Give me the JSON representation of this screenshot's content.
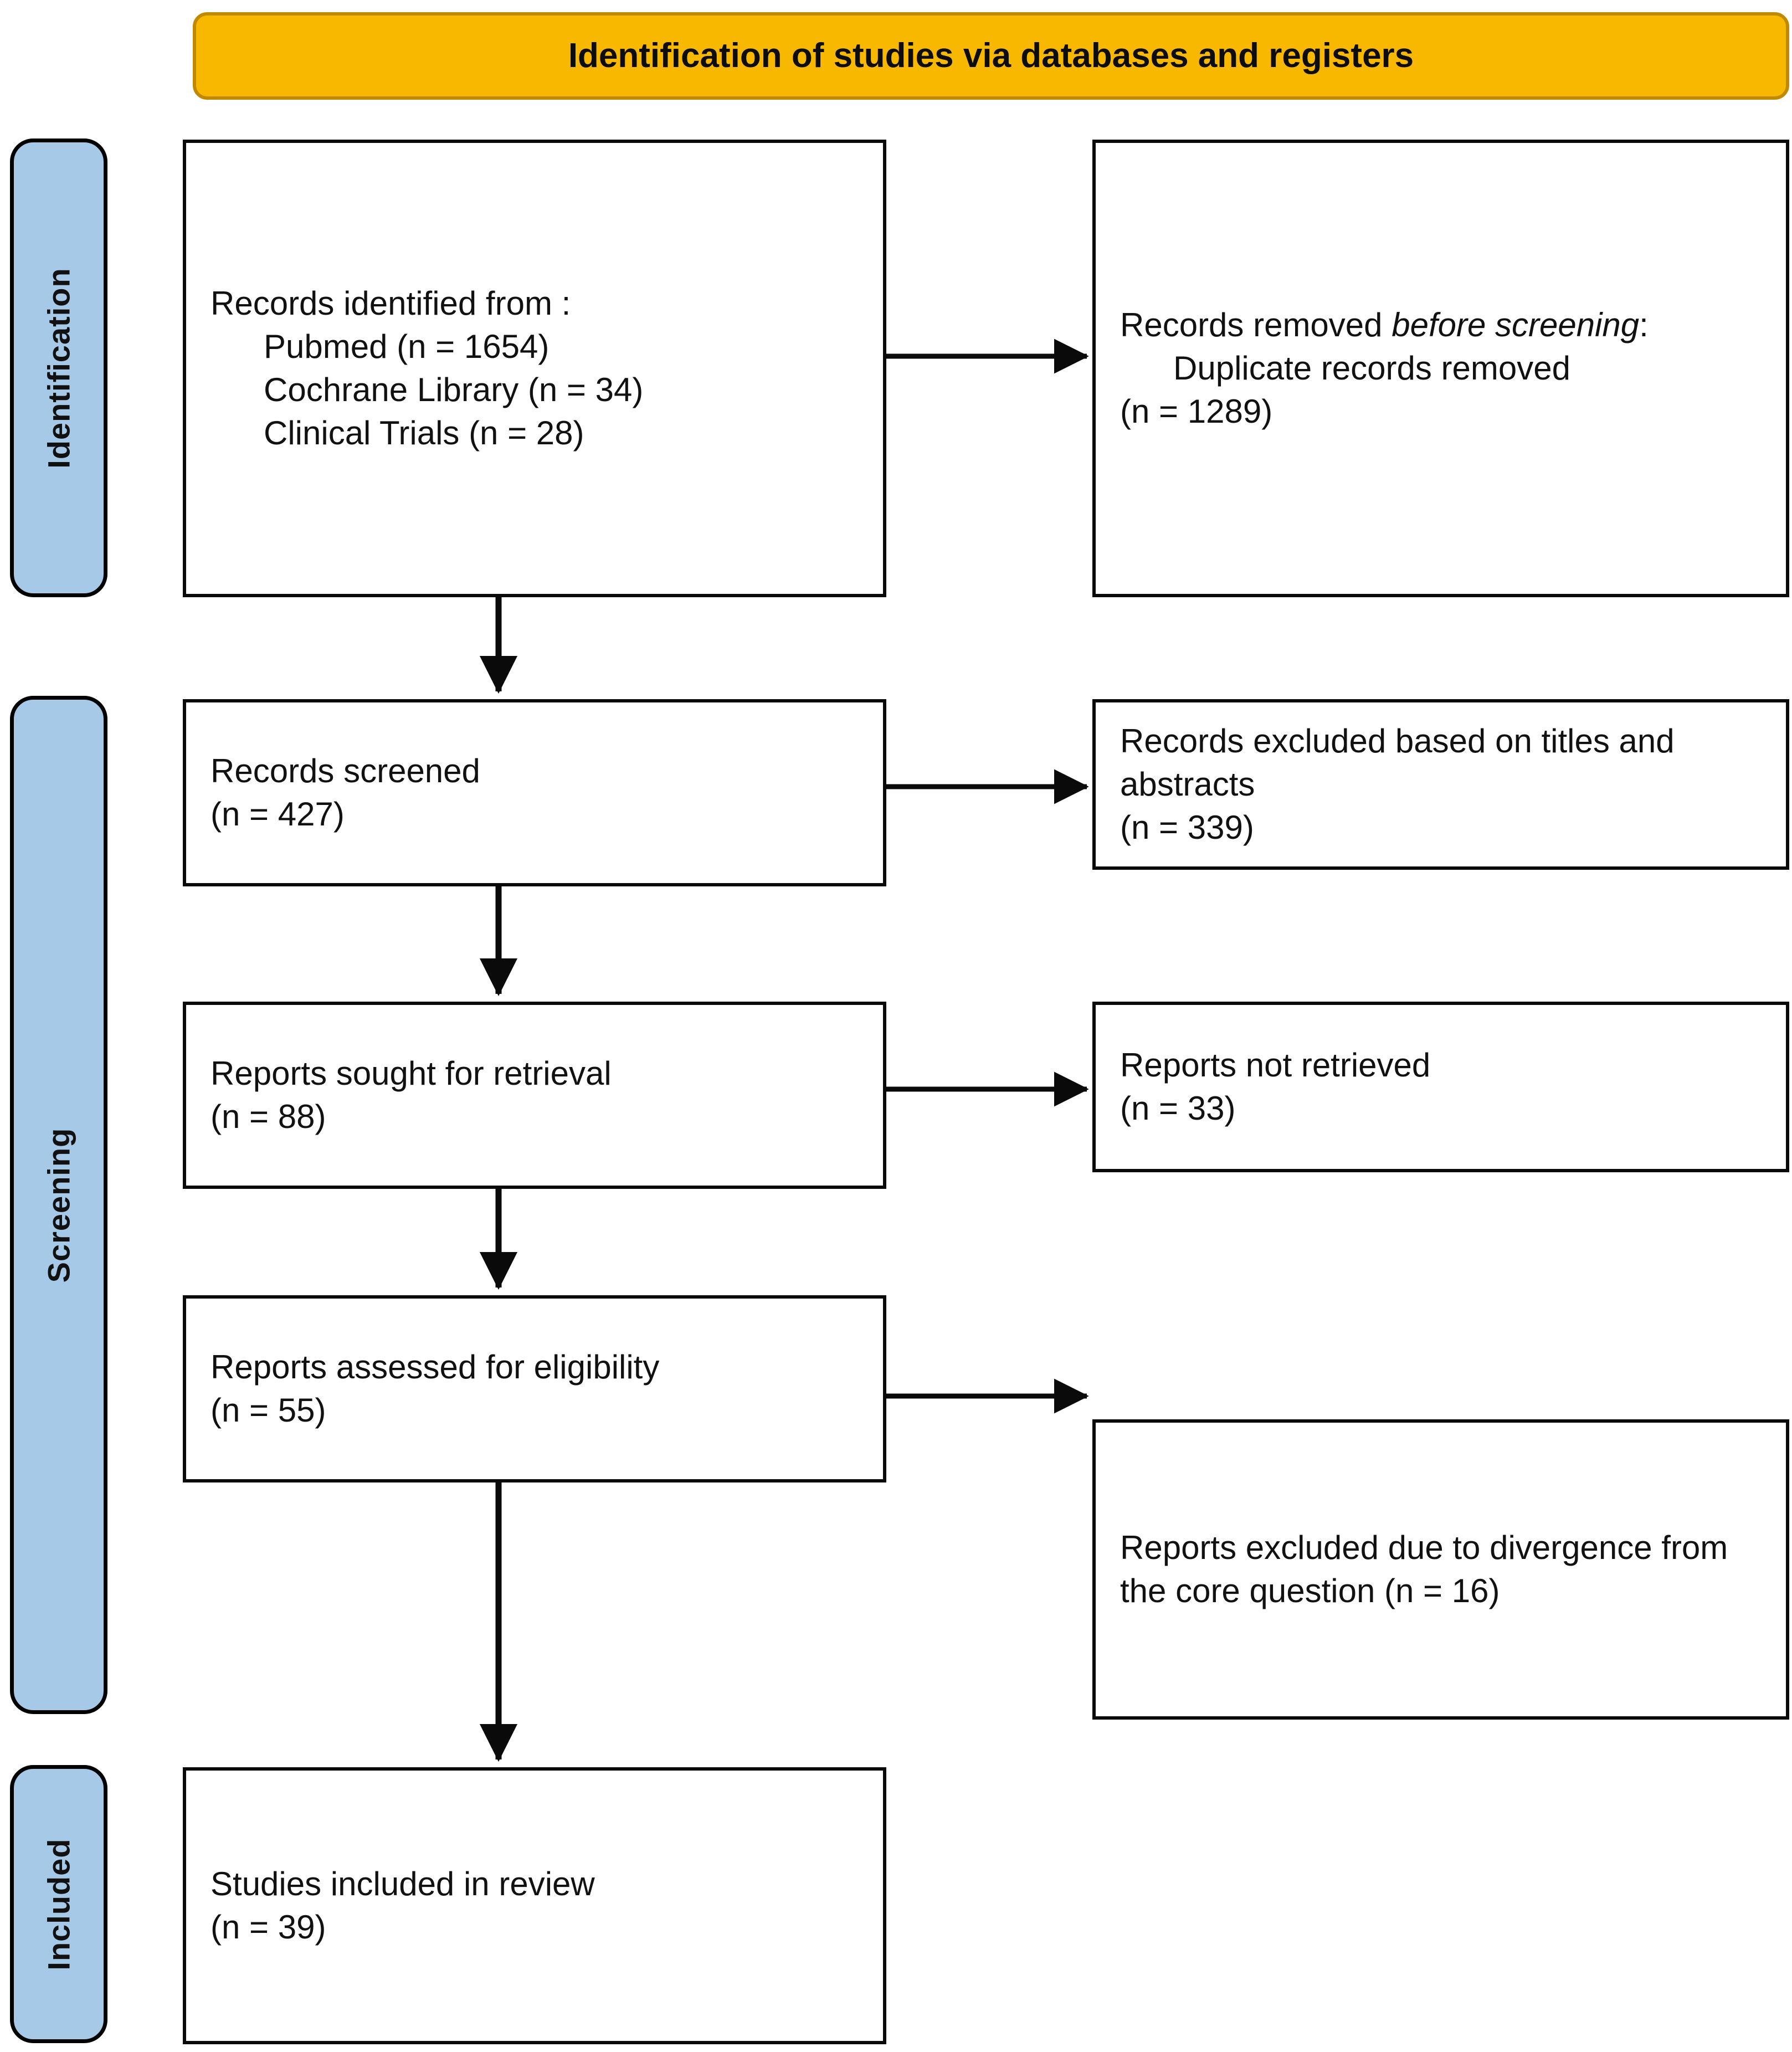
{
  "banner": {
    "title": "Identification of studies via databases and registers",
    "bg_color": "#F9B800",
    "border_color": "#C08A00",
    "text_color": "#0D0D0D"
  },
  "phases": {
    "identification": "Identification",
    "screening": "Screening",
    "included": "Included",
    "bg_color": "#A6C9E8",
    "border_color": "#000000"
  },
  "boxes": {
    "identified": {
      "heading": "Records identified from :",
      "sources": [
        "Pubmed (n = 1654)",
        "Cochrane Library (n = 34)",
        "Clinical Trials (n = 28)"
      ]
    },
    "removed": {
      "lead": "Records removed",
      "emphasis": "before screening",
      "colon": ":",
      "detail": "Duplicate records removed",
      "count": "(n = 1289)"
    },
    "screened": {
      "label": "Records screened",
      "count": "(n = 427)"
    },
    "excluded_titles": {
      "label": "Records excluded based on titles and abstracts",
      "count": "(n = 339)"
    },
    "sought": {
      "label": "Reports sought for retrieval",
      "count": "(n = 88)"
    },
    "not_retrieved": {
      "label": "Reports not retrieved",
      "count": "(n = 33)"
    },
    "assessed": {
      "label": "Reports assessed for eligibility",
      "count": "(n = 55)"
    },
    "excluded_divergence": {
      "label": "Reports excluded due to divergence from the core question (n = 16)"
    },
    "included": {
      "label": "Studies included in review",
      "count": "(n = 39)"
    }
  },
  "flow": {
    "numbers": {
      "pubmed": 1654,
      "cochrane_library": 34,
      "clinical_trials": 28,
      "duplicates_removed": 1289,
      "records_screened": 427,
      "excluded_titles_abstracts": 339,
      "reports_sought": 88,
      "reports_not_retrieved": 33,
      "reports_assessed": 55,
      "reports_excluded_divergence": 16,
      "studies_included": 39
    }
  }
}
